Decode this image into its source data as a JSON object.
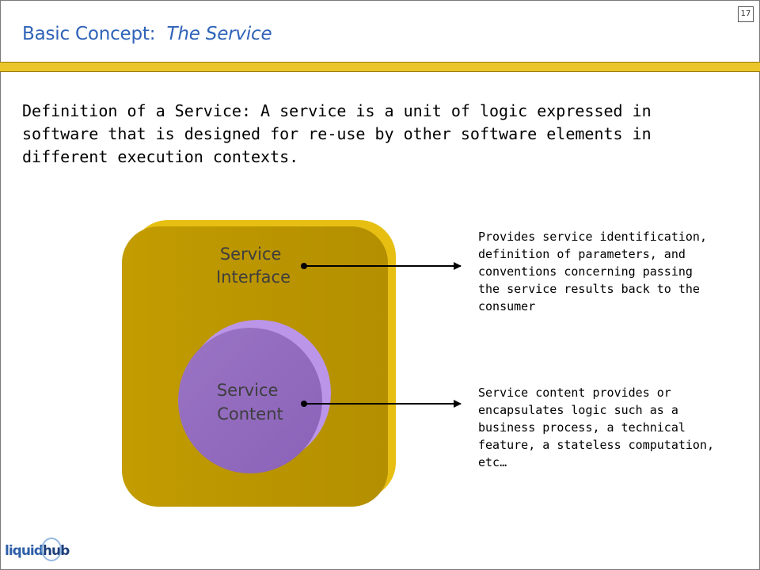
{
  "slide": {
    "page_number": "17",
    "title_plain": "Basic Concept:",
    "title_italic": "The Service",
    "definition": "Definition of a Service:  A service is a unit of logic expressed in software that is designed for re-use by other software elements in different execution contexts."
  },
  "diagram": {
    "interface_label_line1": "Service",
    "interface_label_line2": "Interface",
    "content_label_line1": "Service",
    "content_label_line2": "Content",
    "interface_description": "Provides service identification,\ndefinition of parameters, and\nconventions concerning passing\nthe service results back to the\nconsumer",
    "content_description": "Service content provides or\nencapsulates logic such as a\nbusiness process, a technical\nfeature, a stateless computation,\netc…"
  },
  "logo": {
    "text_part1": "liquid",
    "text_part2": "hub"
  },
  "colors": {
    "title": "#2f63b8",
    "accent_bar": "#eac62a",
    "interface_fill": "#c8a000",
    "content_fill": "#9a74c4"
  }
}
